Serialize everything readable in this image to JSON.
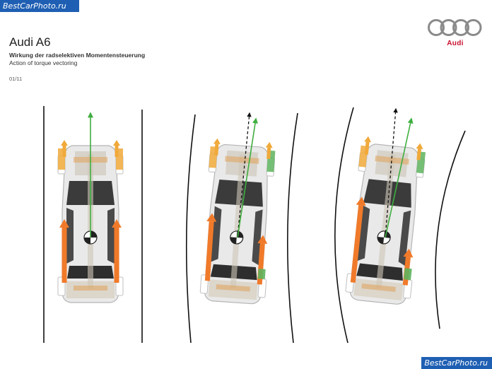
{
  "watermark_top": "BestCarPhoto.ru",
  "watermark_bottom": "BestCarPhoto.ru",
  "header": {
    "model": "Audi A6",
    "subtitle_de": "Wirkung der radselektiven Momentensteuerung",
    "subtitle_en": "Action of torque vectoring",
    "code": "01/11"
  },
  "brand": {
    "name": "Audi",
    "logo_icon": "four-rings-icon",
    "color": "#c8102e"
  },
  "colors": {
    "arrow_green": "#3fae3f",
    "torque_orange": "#f07a2a",
    "torque_amber": "#f0a93a",
    "torque_green": "#5db35d"
  },
  "panels": [
    {
      "road": "straight",
      "steering_indicator": false
    },
    {
      "road": "gentle-curve",
      "steering_indicator": true
    },
    {
      "road": "tight-curve",
      "steering_indicator": true
    }
  ]
}
